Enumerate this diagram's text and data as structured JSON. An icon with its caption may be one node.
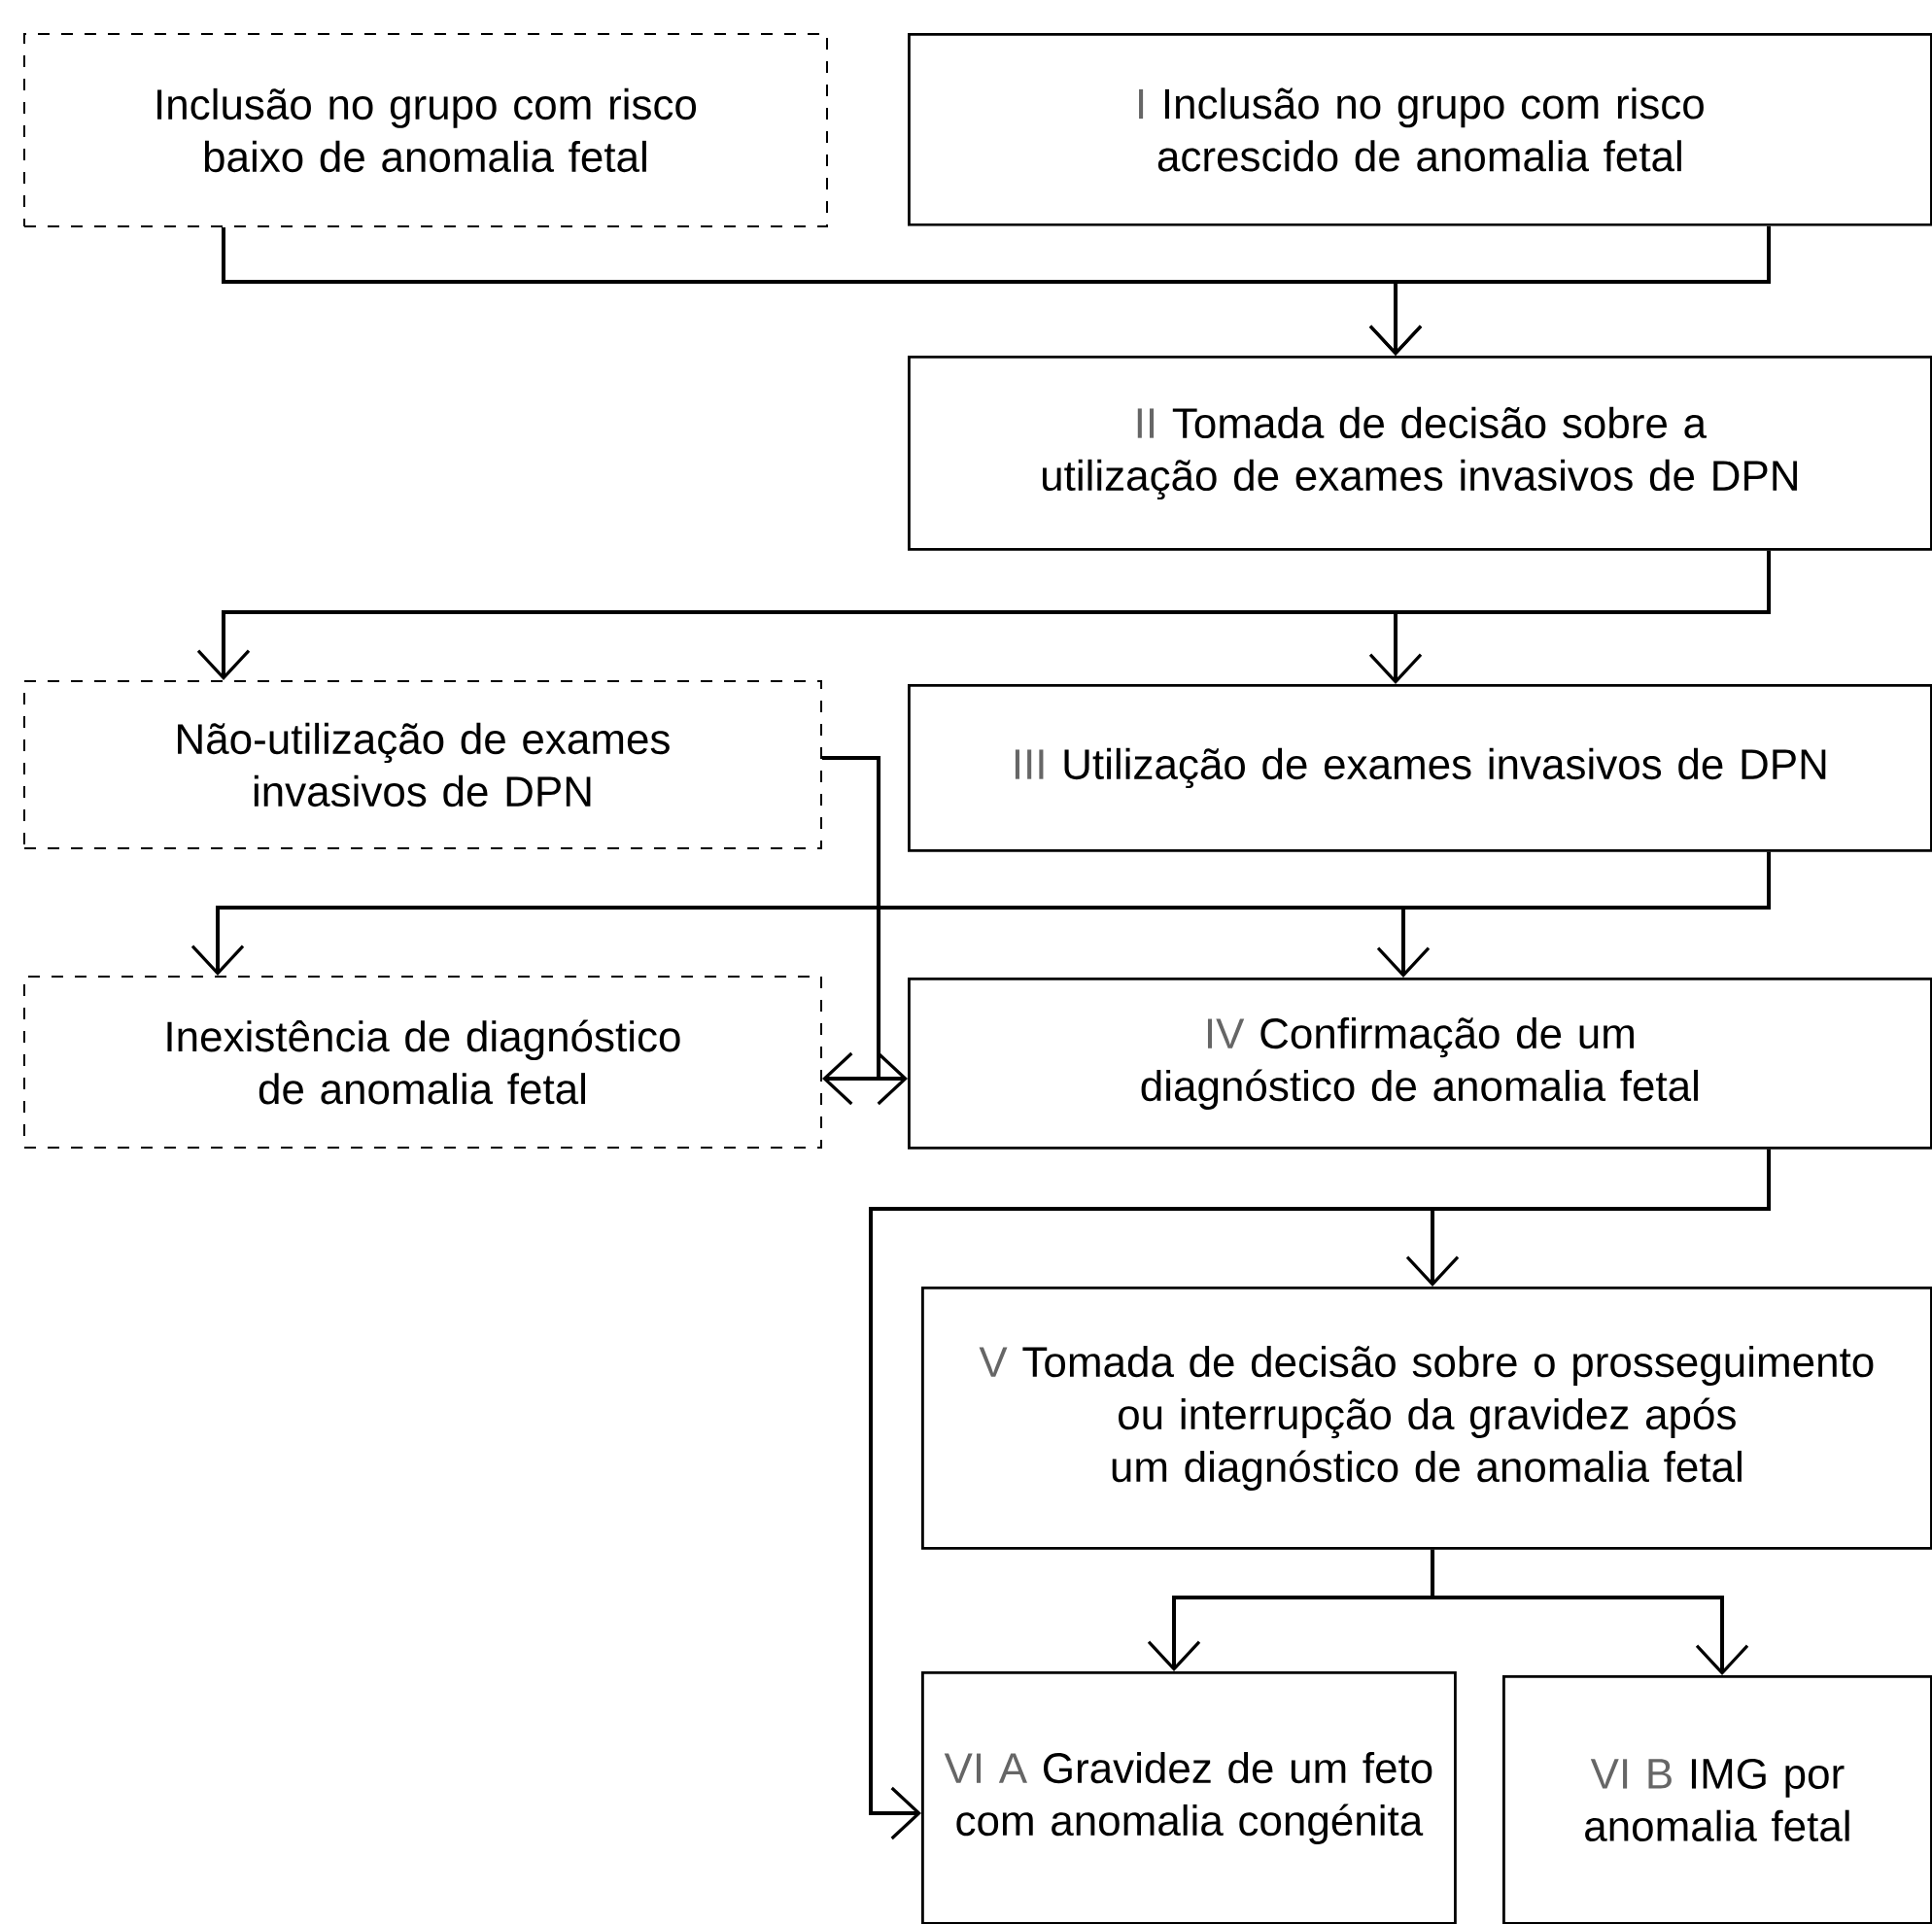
{
  "diagram": {
    "nodes": [
      {
        "text": [
          "Inclusão no grupo com risco baixo de anomalia fetal"
        ]
      },
      {
        "text": [
          "I",
          "Inclusão no grupo com risco acrescido de anomalia fetal"
        ]
      },
      {
        "text": [
          "II",
          "Tomada de decisão sobre a utilização de exames invasivos de DPN"
        ]
      },
      {
        "text": [
          "Não-utilização de exames invasivos de DPN"
        ]
      },
      {
        "text": [
          "III",
          "Utilização de exames invasivos de DPN"
        ]
      },
      {
        "text": [
          "Inexistência de diagnóstico de anomalia fetal"
        ]
      },
      {
        "text": [
          "IV",
          "Confirmação de um diagnóstico de anomalia fetal"
        ]
      },
      {
        "text": [
          "V",
          "Tomada de decisão sobre o prosseguimento ou interrupção da gravidez após um diagnóstico de anomalia fetal"
        ]
      },
      {
        "text": [
          "VI A",
          "Gravidez de um feto com anomalia congénita"
        ]
      },
      {
        "text": [
          "VI B",
          "IMG por anomalia fetal"
        ]
      }
    ],
    "edges": [
      {
        "from": 0,
        "to": 2,
        "arrow": "to"
      },
      {
        "from": 1,
        "to": 2,
        "arrow": "to"
      },
      {
        "from": 2,
        "to": 3,
        "arrow": "to"
      },
      {
        "from": 2,
        "to": 4,
        "arrow": "to"
      },
      {
        "from": 4,
        "to": 5,
        "arrow": "to"
      },
      {
        "from": 4,
        "to": 6,
        "arrow": "to"
      },
      {
        "from": 3,
        "to": 5,
        "arrow": "to"
      },
      {
        "from": 3,
        "to": 6,
        "arrow": "to"
      },
      {
        "from": 6,
        "to": 7,
        "arrow": "to"
      },
      {
        "from": 6,
        "to": 8,
        "arrow": "to"
      },
      {
        "from": 7,
        "to": 8,
        "arrow": "to"
      },
      {
        "from": 7,
        "to": 9,
        "arrow": "to"
      }
    ]
  }
}
